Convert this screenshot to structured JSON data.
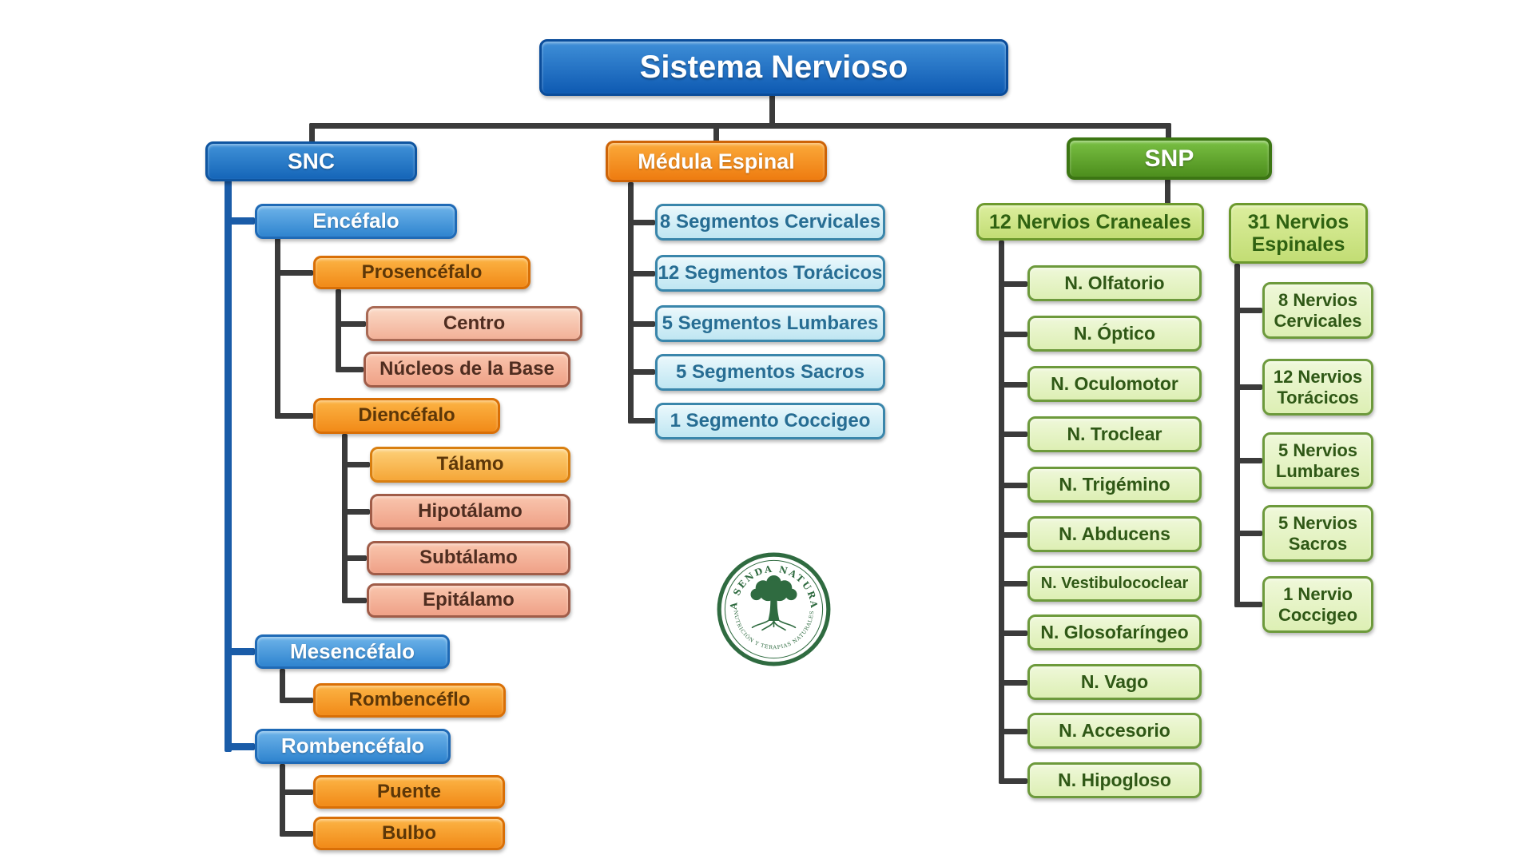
{
  "title": "Sistema Nervioso",
  "snc": {
    "label": "SNC",
    "encefalo": "Encéfalo",
    "prosencefalo": "Prosencéfalo",
    "prosencefalo_children": [
      "Centro",
      "Núcleos de la Base"
    ],
    "diencefalo": "Diencéfalo",
    "diencefalo_children": [
      "Tálamo",
      "Hipotálamo",
      "Subtálamo",
      "Epitálamo"
    ],
    "mesencefalo": "Mesencéfalo",
    "mesencefalo_children": [
      "Rombencéflo"
    ],
    "rombencefalo": "Rombencéfalo",
    "rombencefalo_children": [
      "Puente",
      "Bulbo"
    ]
  },
  "medula": {
    "label": "Médula Espinal",
    "segments": [
      "8 Segmentos Cervicales",
      "12 Segmentos Torácicos",
      "5 Segmentos Lumbares",
      "5 Segmentos Sacros",
      "1 Segmento Coccigeo"
    ]
  },
  "snp": {
    "label": "SNP",
    "craneales_label": "12 Nervios Craneales",
    "craneales": [
      "N. Olfatorio",
      "N. Óptico",
      "N. Oculomotor",
      "N. Troclear",
      "N. Trigémino",
      "N. Abducens",
      "N. Vestibulococlear",
      "N. Glosofaríngeo",
      "N. Vago",
      "N. Accesorio",
      "N. Hipogloso"
    ],
    "espinales_label": "31 Nervios Espinales",
    "espinales": [
      "8 Nervios Cervicales",
      "12 Nervios Torácicos",
      "5 Nervios Lumbares",
      "5 Nervios Sacros",
      "1 Nervio Coccigeo"
    ]
  },
  "logo": {
    "arc_top": "LA SENDA NATURAL",
    "arc_bottom": "NUTRICIÓN Y TERAPIAS NATURALES"
  },
  "colors": {
    "blue_dark": "#1565b8",
    "blue_mid": "#2f84cf",
    "orange": "#f18a18",
    "salmon": "#efa187",
    "light_blue": "#cfeaf4",
    "green_dark": "#4d8e1d",
    "green_light": "#ddefb4",
    "logo_green": "#2f6b40",
    "connector_dark": "#3b3b3b",
    "connector_blue": "#1a5ca8"
  }
}
